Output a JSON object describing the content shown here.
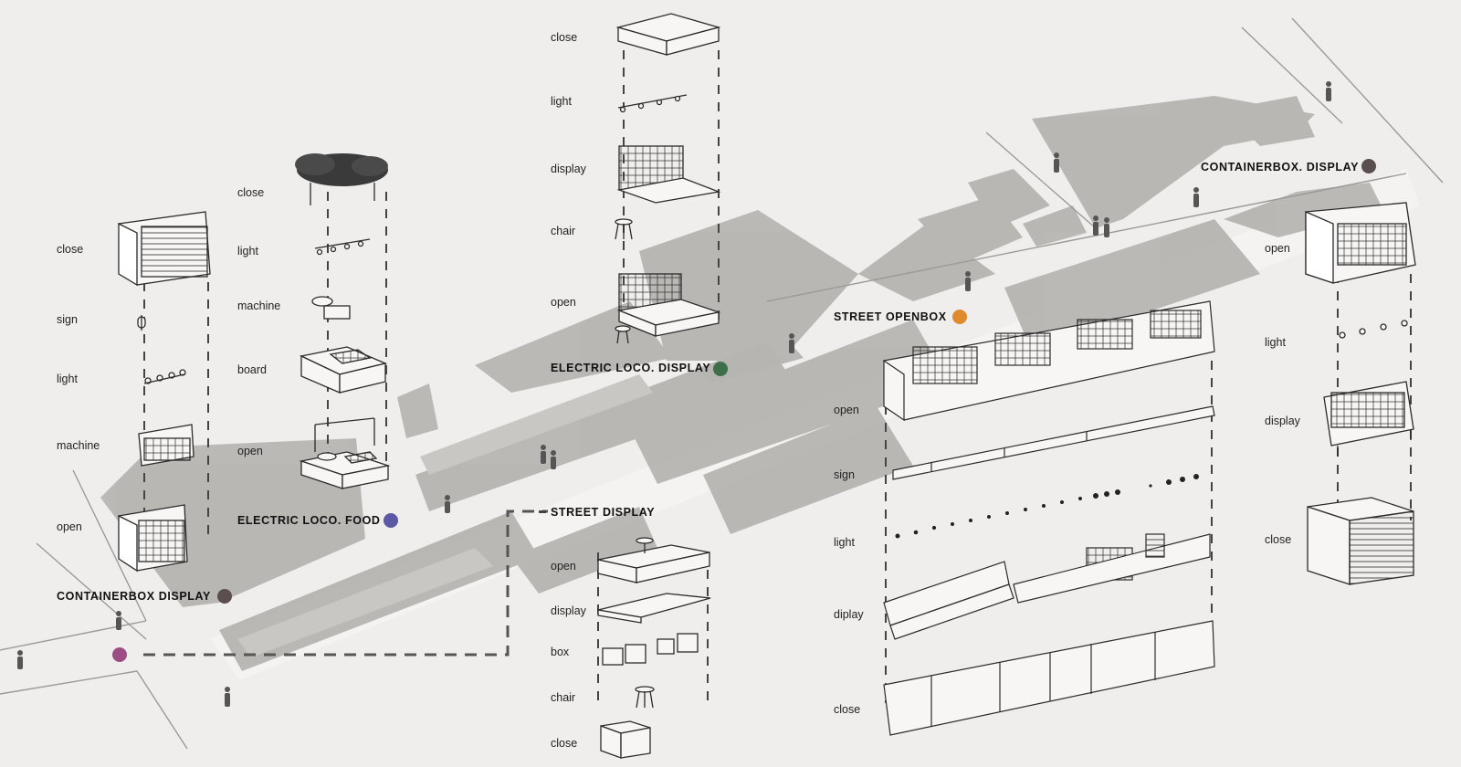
{
  "palette": {
    "background": "#efeeec",
    "ground": "#b3b1ae",
    "ground_light": "#c6c4c1",
    "line": "#2b2b2b",
    "dash": "#555555"
  },
  "sites": [
    {
      "id": "containerbox-display-left",
      "name": "CONTAINERBOX DISPLAY",
      "color": "#5a4e4f"
    },
    {
      "id": "electric-loco-food",
      "name": "ELECTRIC LOCO. FOOD",
      "color": "#5b58a5"
    },
    {
      "id": "electric-loco-display",
      "name": "ELECTRIC LOCO. DISPLAY",
      "color": "#3e6e4a"
    },
    {
      "id": "street-openbox",
      "name": "STREET OPENBOX",
      "color": "#e08a30"
    },
    {
      "id": "containerbox-display-right",
      "name": "CONTAINERBOX. DISPLAY",
      "color": "#5a4e4f"
    },
    {
      "id": "street-display",
      "name": "STREET DISPLAY",
      "color": "#444444"
    },
    {
      "id": "street-entry",
      "name": "",
      "color": "#9b4d84"
    }
  ],
  "stacks": {
    "containerbox_left": [
      "close",
      "sign",
      "light",
      "machine",
      "open"
    ],
    "electric_food": [
      "close",
      "light",
      "machine",
      "board",
      "open"
    ],
    "electric_display": [
      "close",
      "light",
      "display",
      "chair",
      "open"
    ],
    "street_display": [
      "open",
      "display",
      "box",
      "chair",
      "close"
    ],
    "street_openbox": [
      "open",
      "sign",
      "light",
      "diplay",
      "close"
    ],
    "containerbox_right": [
      "open",
      "light",
      "display",
      "close"
    ]
  }
}
